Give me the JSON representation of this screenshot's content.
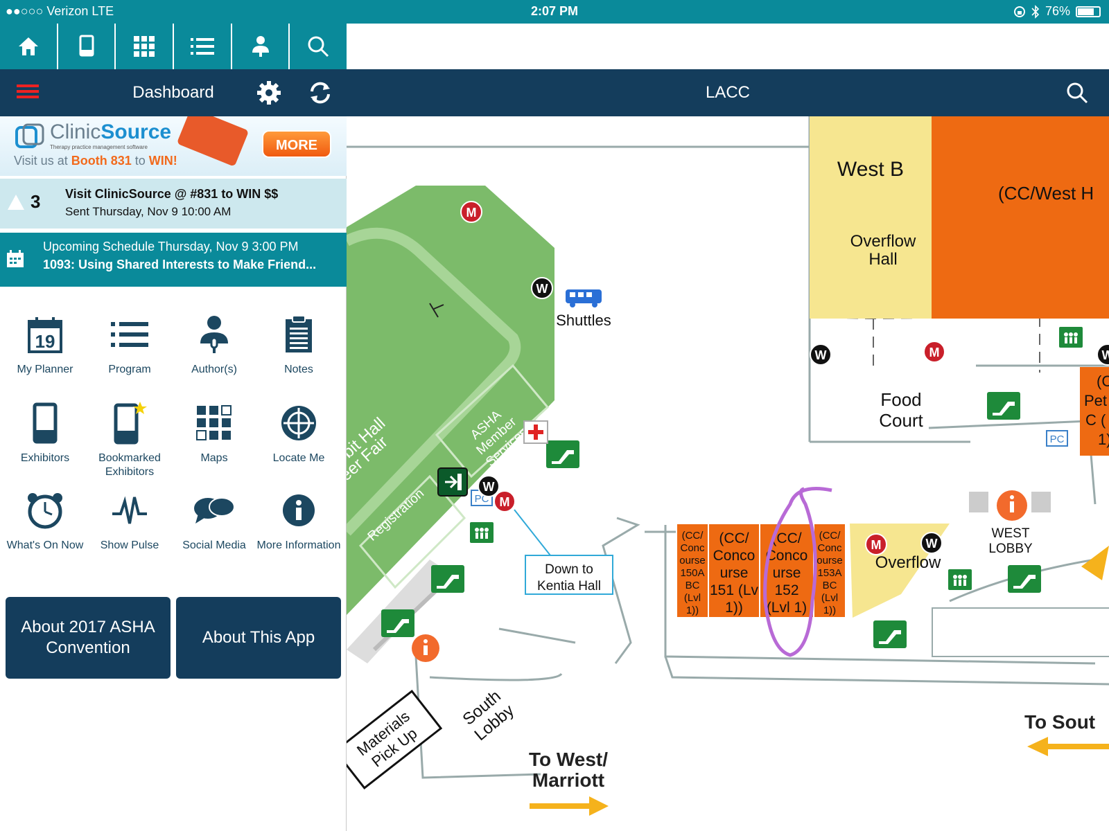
{
  "status": {
    "carrier": "●●○○○ Verizon  LTE",
    "time": "2:07 PM",
    "battery": "76%",
    "battery_level": 0.76
  },
  "left": {
    "title": "Dashboard",
    "banner": {
      "logo_a": "Clinic",
      "logo_b": "Source",
      "sub": "Therapy practice management software",
      "tag_a": "Visit us at ",
      "tag_b": "Booth 831",
      "tag_c": " to ",
      "tag_d": "WIN!",
      "more": "MORE"
    },
    "alert": {
      "count": "3",
      "title": "Visit ClinicSource @ #831 to WIN $$",
      "sent": "Sent Thursday, Nov 9 10:00 AM"
    },
    "schedule": {
      "line1": "Upcoming Schedule Thursday, Nov 9 3:00 PM",
      "line2": "1093: Using Shared Interests to Make Friend..."
    },
    "tiles": [
      "My Planner",
      "Program",
      "Author(s)",
      "Notes",
      "Exhibitors",
      "Bookmarked Exhibitors",
      "Maps",
      "Locate Me",
      "What's On Now",
      "Show Pulse",
      "Social Media",
      "More Information"
    ],
    "planner_day": "19",
    "buttons": [
      "About 2017 ASHA Convention",
      "About This App"
    ]
  },
  "map": {
    "title": "LACC",
    "labels": {
      "west_b": "West B",
      "overflow_hall_1": "Overflow",
      "overflow_hall_2": "Hall",
      "cc_west": "(CC/West H",
      "shuttles": "Shuttles",
      "food_1": "Food",
      "food_2": "Court",
      "exhibit_1": "bit Hall",
      "exhibit_2": "eer Fair",
      "asha_1": "ASHA",
      "asha_2": "Member",
      "asha_3": "Services",
      "registration": "Registration",
      "kentia_1": "Down to",
      "kentia_2": "Kentia Hall",
      "overflow": "Overflow",
      "west_lobby_1": "WEST",
      "west_lobby_2": "LOBBY",
      "materials_1": "Materials",
      "materials_2": "Pick Up",
      "south_lobby_1": "South",
      "south_lobby_2": "Lobby",
      "west_marriott_1": "To West/",
      "west_marriott_2": "Marriott",
      "to_south": "To Sout",
      "r150a": [
        "(CC/",
        "Conc",
        "ourse",
        "150A",
        "BC",
        "(Lvl",
        "1))"
      ],
      "r151": [
        "(CC/",
        "Conco",
        "urse",
        "151 (Lv",
        "1))"
      ],
      "r152": [
        "(CC/",
        "Conco",
        "urse",
        "152",
        "(Lvl 1)"
      ],
      "r153a": [
        "(CC/",
        "Conc",
        "ourse",
        "153A",
        "BC",
        "(Lvl",
        "1))"
      ],
      "pet": [
        "(C",
        "Pet",
        "C (",
        "1)"
      ],
      "m": "M",
      "w": "W",
      "pc": "PC"
    }
  }
}
